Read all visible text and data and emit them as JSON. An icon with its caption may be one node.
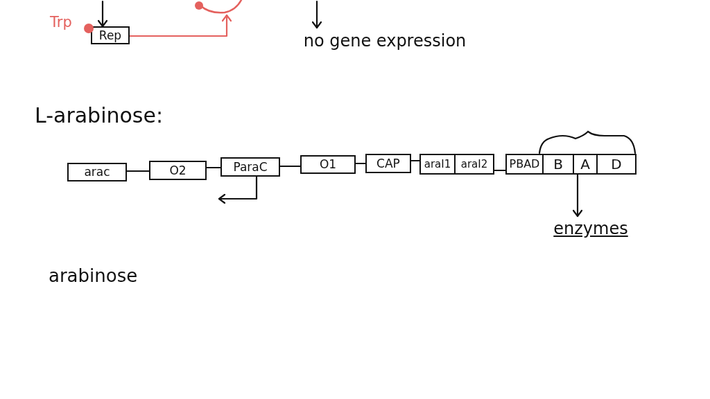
{
  "diagram": {
    "nodes": [
      {
        "text": [
          "Rep"
        ]
      },
      {
        "text": [],
        "shape": "circle"
      },
      {
        "text": [
          "no gene expression"
        ]
      },
      {
        "text": [
          "arac"
        ]
      },
      {
        "text": [
          "O2"
        ]
      },
      {
        "text": [
          "ParaC"
        ]
      },
      {
        "text": [
          "O1"
        ]
      },
      {
        "text": [
          "CAP"
        ]
      },
      {
        "text": [
          "araI1"
        ]
      },
      {
        "text": [
          "araI2"
        ]
      },
      {
        "text": [
          "PBAD"
        ]
      },
      {
        "text": [
          "B"
        ]
      },
      {
        "text": [
          "A"
        ]
      },
      {
        "text": [
          "D"
        ]
      },
      {
        "text": [
          "enzymes"
        ]
      }
    ],
    "edges": [
      {
        "from": null,
        "to": 0,
        "arrow": "to"
      },
      {
        "from": 0,
        "to": 1,
        "arrow": "to",
        "color": "#e4615e"
      },
      {
        "from": null,
        "to": 2,
        "arrow": "to"
      },
      {
        "from": 3,
        "to": 4,
        "arrow": "none"
      },
      {
        "from": 4,
        "to": 5,
        "arrow": "none"
      },
      {
        "from": 5,
        "to": 6,
        "arrow": "none"
      },
      {
        "from": 6,
        "to": 7,
        "arrow": "none"
      },
      {
        "from": 7,
        "to": 8,
        "arrow": "none"
      },
      {
        "from": 9,
        "to": 10,
        "arrow": "none"
      },
      {
        "from": 5,
        "to": null,
        "arrow": "to"
      },
      {
        "from": 12,
        "to": 14,
        "arrow": "to"
      }
    ],
    "labels": [
      "Trp",
      "L-arabinose:",
      "arabinose"
    ]
  }
}
